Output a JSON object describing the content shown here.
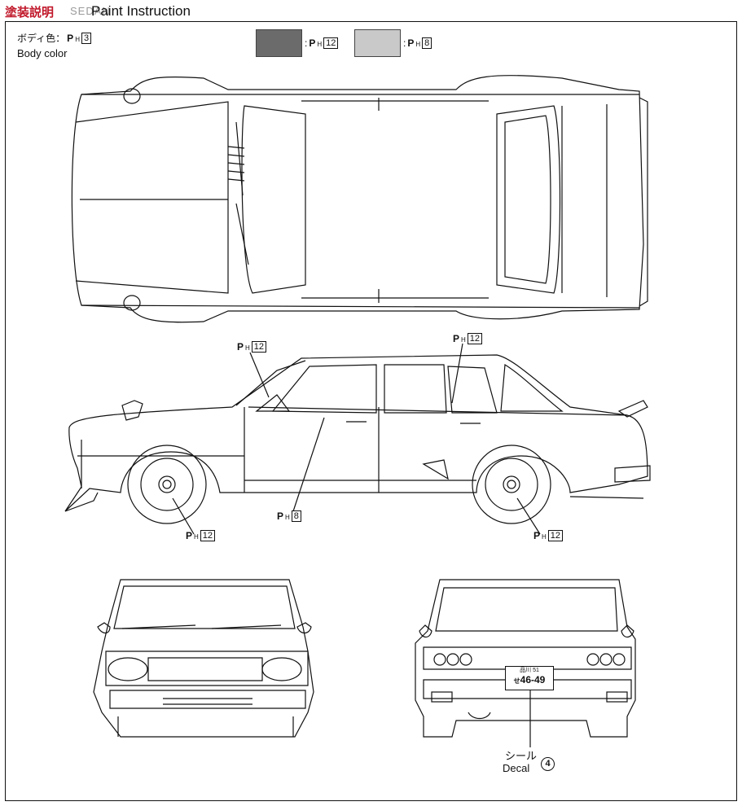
{
  "header": {
    "title_jp": "塗装説明",
    "watermark": "SEDAN",
    "title_en": "Paint Instruction"
  },
  "body_color": {
    "label_jp": "ボディ色：",
    "label_en": "Body color",
    "paint_prefix": "P",
    "paint_sub": "H",
    "paint_number": "3"
  },
  "legend": [
    {
      "color": "#6b6b6b",
      "prefix": "P",
      "sub": "H",
      "number": "12",
      "sep": ":"
    },
    {
      "color": "#c9c9c9",
      "prefix": "P",
      "sub": "H",
      "number": "8",
      "sep": ":"
    }
  ],
  "callouts": {
    "side_window_frame": {
      "prefix": "P",
      "sub": "H",
      "number": "12"
    },
    "side_pillar": {
      "prefix": "P",
      "sub": "H",
      "number": "12"
    },
    "side_body_trim": {
      "prefix": "P",
      "sub": "H",
      "number": "8"
    },
    "front_wheel": {
      "prefix": "P",
      "sub": "H",
      "number": "12"
    },
    "rear_wheel": {
      "prefix": "P",
      "sub": "H",
      "number": "12"
    }
  },
  "license_plate": {
    "top_text": "品川 51",
    "hiragana": "せ",
    "number": "46-49"
  },
  "decal": {
    "label_jp": "シール",
    "label_en": "Decal",
    "number": "4"
  }
}
